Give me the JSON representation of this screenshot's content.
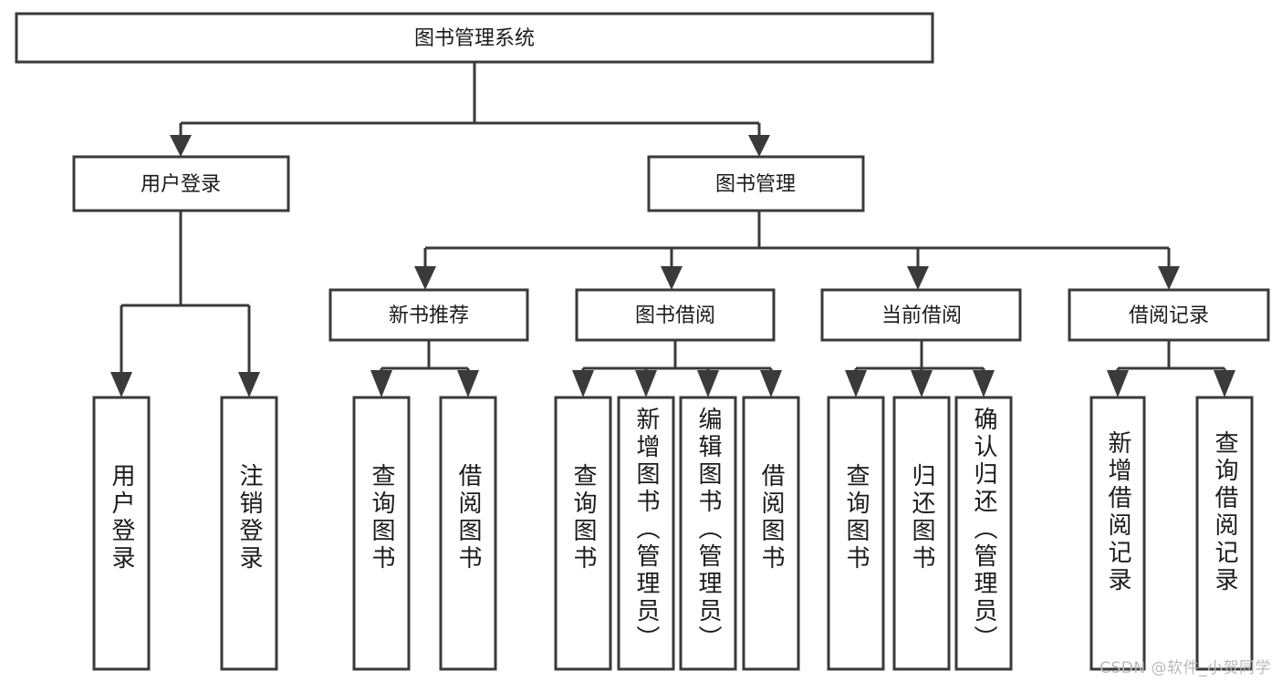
{
  "diagram": {
    "title": "图书管理系统",
    "type": "tree",
    "orientation": "top-down",
    "colors": {
      "box_fill": "#ffffff",
      "box_stroke": "#3a3a3a",
      "connector": "#3a3a3a",
      "text": "#1b1b1b",
      "watermark": "#b9b9b9",
      "background": "#ffffff"
    },
    "watermark": "CSDN @软件_小贺同学",
    "levels": {
      "root": {
        "label": "图书管理系统"
      },
      "level2": [
        {
          "label": "用户登录"
        },
        {
          "label": "图书管理"
        }
      ],
      "level3": [
        {
          "label": "新书推荐"
        },
        {
          "label": "图书借阅"
        },
        {
          "label": "当前借阅"
        },
        {
          "label": "借阅记录"
        }
      ],
      "leaves": {
        "user_login": [
          {
            "label": "用户登录"
          },
          {
            "label": "注销登录"
          }
        ],
        "new_book_recommend": [
          {
            "label": "查询图书"
          },
          {
            "label": "借阅图书"
          }
        ],
        "book_borrow": [
          {
            "label": "查询图书"
          },
          {
            "label": "新增图书（管理员）"
          },
          {
            "label": "编辑图书（管理员）"
          },
          {
            "label": "借阅图书"
          }
        ],
        "current_borrow": [
          {
            "label": "查询图书"
          },
          {
            "label": "归还图书"
          },
          {
            "label": "确认归还（管理员）"
          }
        ],
        "borrow_record": [
          {
            "label": "新增借阅记录"
          },
          {
            "label": "查询借阅记录"
          }
        ]
      }
    }
  }
}
